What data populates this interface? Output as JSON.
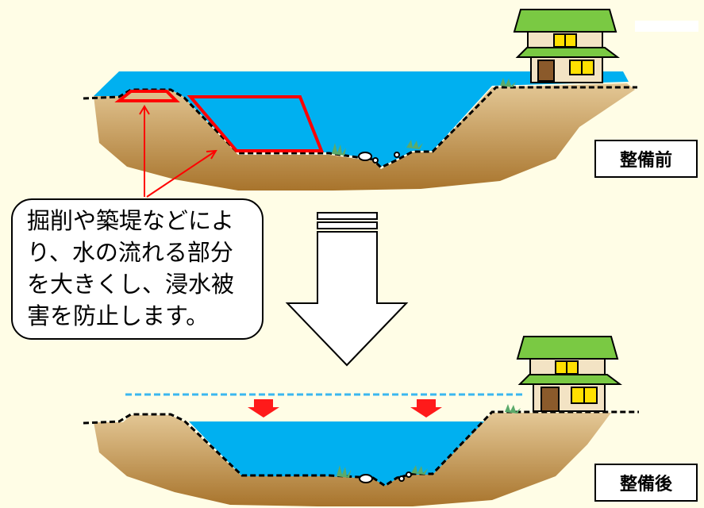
{
  "labels": {
    "before": "整備前",
    "after": "整備後"
  },
  "callout": {
    "text": "掘削や築堤などによ\nり、水の流れる部分\nを大きくし、浸水被\n害を防止します。"
  },
  "colors": {
    "background": "#FFFDE6",
    "water": "#00B0F0",
    "soil_top": "#E2C290",
    "soil_bottom": "#B07A30",
    "highlight": "#FF0000",
    "roof": "#7AC943"
  },
  "icons": [
    "house-icon",
    "down-arrow-icon",
    "grass-icon",
    "stone-icon",
    "red-arrow-icon"
  ]
}
